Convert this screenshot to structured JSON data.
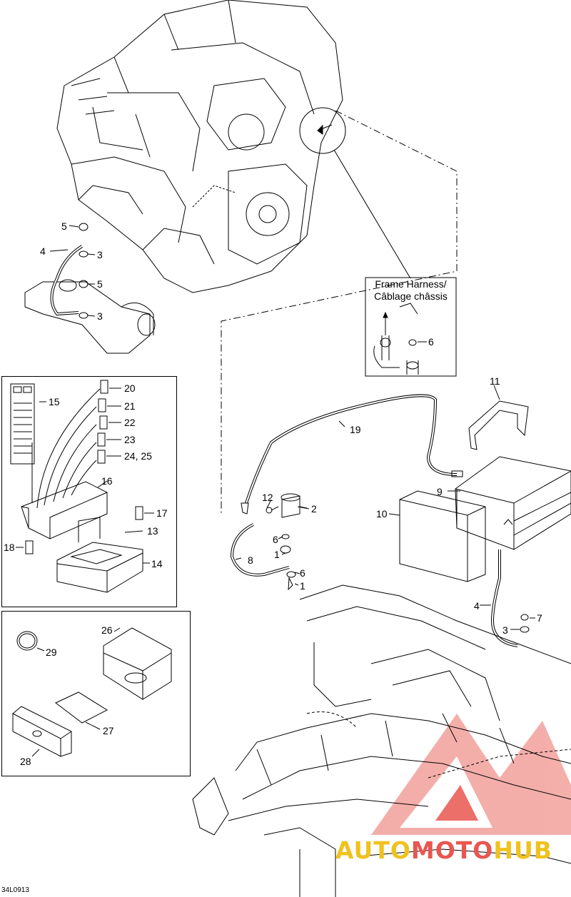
{
  "diagram": {
    "callouts": [
      {
        "id": "c1",
        "text": "1"
      },
      {
        "id": "c1b",
        "text": "1"
      },
      {
        "id": "c2",
        "text": "2"
      },
      {
        "id": "c3a",
        "text": "3"
      },
      {
        "id": "c3b",
        "text": "3"
      },
      {
        "id": "c3c",
        "text": "3"
      },
      {
        "id": "c4a",
        "text": "4"
      },
      {
        "id": "c4b",
        "text": "4"
      },
      {
        "id": "c5a",
        "text": "5"
      },
      {
        "id": "c5b",
        "text": "5"
      },
      {
        "id": "c6a",
        "text": "6"
      },
      {
        "id": "c6b",
        "text": "6"
      },
      {
        "id": "c6c",
        "text": "6"
      },
      {
        "id": "c7",
        "text": "7"
      },
      {
        "id": "c8",
        "text": "8"
      },
      {
        "id": "c9",
        "text": "9"
      },
      {
        "id": "c10",
        "text": "10"
      },
      {
        "id": "c11",
        "text": "11"
      },
      {
        "id": "c12",
        "text": "12"
      },
      {
        "id": "c13",
        "text": "13"
      },
      {
        "id": "c14",
        "text": "14"
      },
      {
        "id": "c15",
        "text": "15"
      },
      {
        "id": "c16",
        "text": "16"
      },
      {
        "id": "c17",
        "text": "17"
      },
      {
        "id": "c18",
        "text": "18"
      },
      {
        "id": "c19",
        "text": "19"
      },
      {
        "id": "c20",
        "text": "20"
      },
      {
        "id": "c21",
        "text": "21"
      },
      {
        "id": "c22",
        "text": "22"
      },
      {
        "id": "c23",
        "text": "23"
      },
      {
        "id": "c24",
        "text": "24, 25"
      },
      {
        "id": "c26",
        "text": "26"
      },
      {
        "id": "c27",
        "text": "27"
      },
      {
        "id": "c28",
        "text": "28"
      },
      {
        "id": "c29",
        "text": "29"
      }
    ],
    "inset_title_line1": "Frame Harness/",
    "inset_title_line2": "Câblage châssis",
    "reference_code": "34L0913",
    "watermark": {
      "part1": "AUTO",
      "part2": "MOTO",
      "part3": "HUB"
    },
    "colors": {
      "line": "#000000",
      "watermark_red": "#e9564f",
      "watermark_yellow": "#f0c21e"
    }
  }
}
